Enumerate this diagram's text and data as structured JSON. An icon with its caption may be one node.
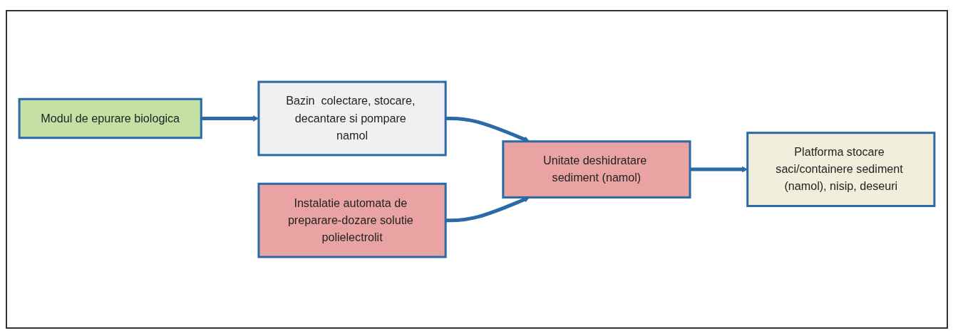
{
  "diagram": {
    "nodes": [
      {
        "text": [
          "Modul de epurare biologica"
        ]
      },
      {
        "text": [
          "Bazin  colectare, stocare, decantare si pompare namol"
        ]
      },
      {
        "text": [
          "Unitate deshidratare sediment (namol)"
        ]
      },
      {
        "text": [
          "Platforma stocare saci/containere sediment (namol), nisip, deseuri"
        ]
      },
      {
        "text": [
          "Instalatie automata de preparare-dozare solutie polielectrolit"
        ]
      }
    ],
    "edges": [
      {
        "from": 0,
        "to": 1,
        "arrow": "to"
      },
      {
        "from": 1,
        "to": 2,
        "arrow": "to"
      },
      {
        "from": 4,
        "to": 2,
        "arrow": "to"
      },
      {
        "from": 2,
        "to": 3,
        "arrow": "to"
      }
    ]
  }
}
